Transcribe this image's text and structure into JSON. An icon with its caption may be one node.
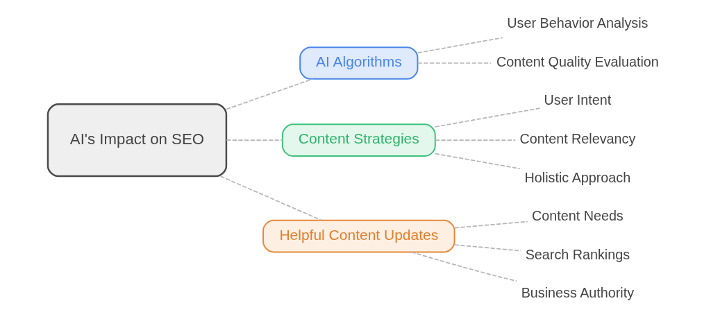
{
  "diagram": {
    "nodes": [
      {
        "text": [
          "AI's Impact on SEO"
        ]
      },
      {
        "text": [
          "AI Algorithms"
        ]
      },
      {
        "text": [
          "User Behavior Analysis"
        ]
      },
      {
        "text": [
          "Content Quality Evaluation"
        ]
      },
      {
        "text": [
          "Content Strategies"
        ]
      },
      {
        "text": [
          "User Intent"
        ]
      },
      {
        "text": [
          "Content Relevancy"
        ]
      },
      {
        "text": [
          "Holistic Approach"
        ]
      },
      {
        "text": [
          "Helpful Content Updates"
        ]
      },
      {
        "text": [
          "Content Needs"
        ]
      },
      {
        "text": [
          "Search Rankings"
        ]
      },
      {
        "text": [
          "Business Authority"
        ]
      }
    ],
    "edges": [
      {
        "from": 0,
        "to": 1,
        "arrow": "none",
        "style": "dashed"
      },
      {
        "from": 1,
        "to": 2,
        "arrow": "none",
        "style": "dashed"
      },
      {
        "from": 1,
        "to": 3,
        "arrow": "none",
        "style": "dashed"
      },
      {
        "from": 0,
        "to": 4,
        "arrow": "none",
        "style": "dashed"
      },
      {
        "from": 4,
        "to": 5,
        "arrow": "none",
        "style": "dashed"
      },
      {
        "from": 4,
        "to": 6,
        "arrow": "none",
        "style": "dashed"
      },
      {
        "from": 4,
        "to": 7,
        "arrow": "none",
        "style": "dashed"
      },
      {
        "from": 0,
        "to": 8,
        "arrow": "none",
        "style": "dashed"
      },
      {
        "from": 8,
        "to": 9,
        "arrow": "none",
        "style": "dashed"
      },
      {
        "from": 8,
        "to": 10,
        "arrow": "none",
        "style": "dashed"
      },
      {
        "from": 8,
        "to": 11,
        "arrow": "none",
        "style": "dashed"
      }
    ]
  }
}
